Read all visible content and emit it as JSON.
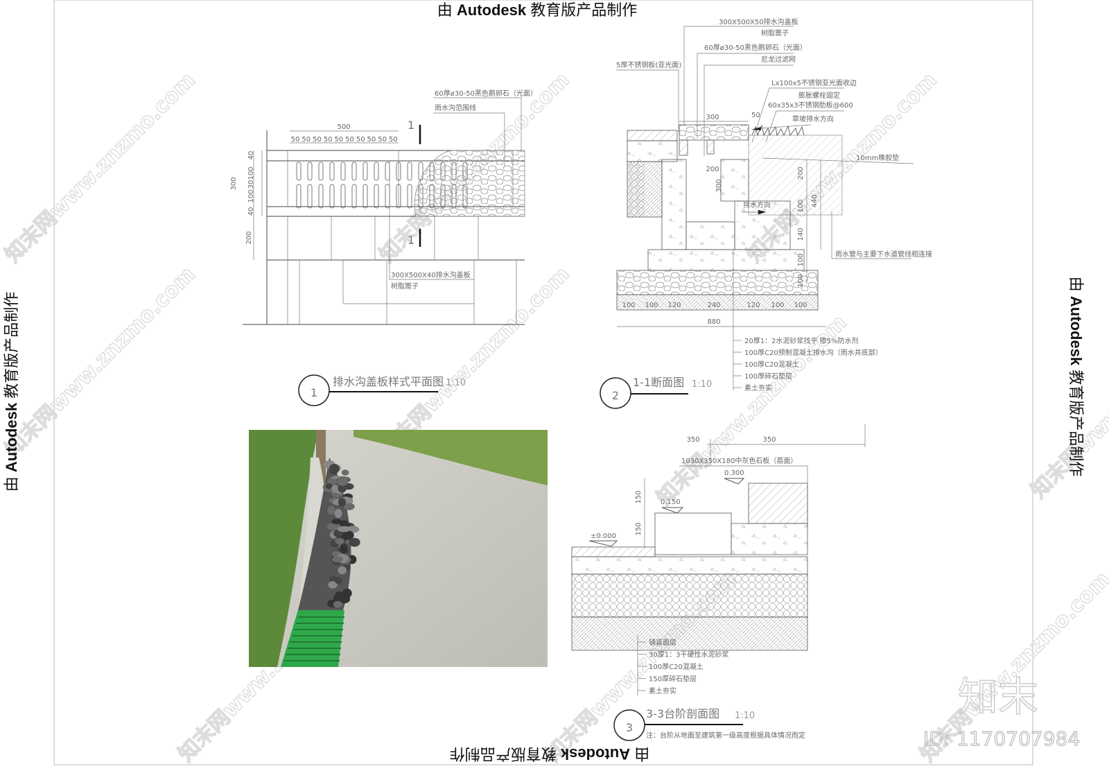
{
  "banner": {
    "text_prefix": "由 ",
    "text_brand": "Autodesk",
    "text_suffix": " 教育版产品制作"
  },
  "watermark": {
    "site": "知末网www.znzmo.com",
    "logo": "知末",
    "id": "ID: 1170707984"
  },
  "drawing1": {
    "number": "1",
    "title": "排水沟盖板样式平面图",
    "scale": "1:10",
    "dims_top": "500",
    "dims_slots": [
      "50",
      "50",
      "50",
      "50",
      "50",
      "50",
      "50",
      "50",
      "50",
      "50"
    ],
    "dims_left": [
      "40",
      "100",
      "30",
      "100",
      "40"
    ],
    "dim_total": "300",
    "dim_lower": "200",
    "section_mark": "1",
    "labels": [
      "60厚ø30-50黑色鹅卵石（光面）",
      "雨水沟范围线",
      "300X500X40排水沟盖板",
      "树脂篦子"
    ]
  },
  "drawing2": {
    "number": "2",
    "title": "1-1断面图",
    "scale": "1:10",
    "top_labels": [
      "300X500X50排水沟盖板",
      "树脂篦子",
      "60厚ø30-50黑色鹅卵石（光面）",
      "尼龙过滤网",
      "5厚不锈钢板(亚光面)",
      "Lx100x5不锈钢亚光面收边",
      "膨胀螺栓固定",
      "60x35x3不锈钢肋板@600"
    ],
    "notes": [
      "草坡排水方向",
      "10mm橡胶垫",
      "排水方向",
      "雨水管与主要下水道管线相连接"
    ],
    "dims": [
      "300",
      "50",
      "200",
      "300",
      "200",
      "100",
      "140",
      "100",
      "440",
      "100"
    ],
    "bottom_dims": [
      "100",
      "100",
      "120",
      "240",
      "120",
      "100",
      "100"
    ],
    "total": "880",
    "layers": [
      "20厚1：2水泥砂浆找平  掺5%防水剂",
      "100厚C20预制混凝土排水沟（雨水井底部）",
      "100厚C20混凝土",
      "100厚碎石垫层",
      "素土夯实"
    ]
  },
  "drawing3": {
    "number": "3",
    "title": "3-3台阶剖面图",
    "scale": "1:10",
    "dims_top": [
      "350",
      "350"
    ],
    "dims_left": [
      "150",
      "150"
    ],
    "stone_label": "1030X350X180中灰色石板（荔面）",
    "levels": [
      "0.300",
      "0.150",
      "±0.000"
    ],
    "layers": [
      "铺装面层",
      "30厚1：3干硬性水泥砂浆",
      "100厚C20混凝土",
      "150厚碎石垫层",
      "素土夯实"
    ],
    "note": "注：台阶从地面至建筑第一级高度根据具体情况而定"
  },
  "photo": {
    "colors": {
      "grass": "#5d8a3a",
      "path": "#c9c9c2",
      "rocks": "#555555",
      "grate": "#2fa84a"
    }
  }
}
